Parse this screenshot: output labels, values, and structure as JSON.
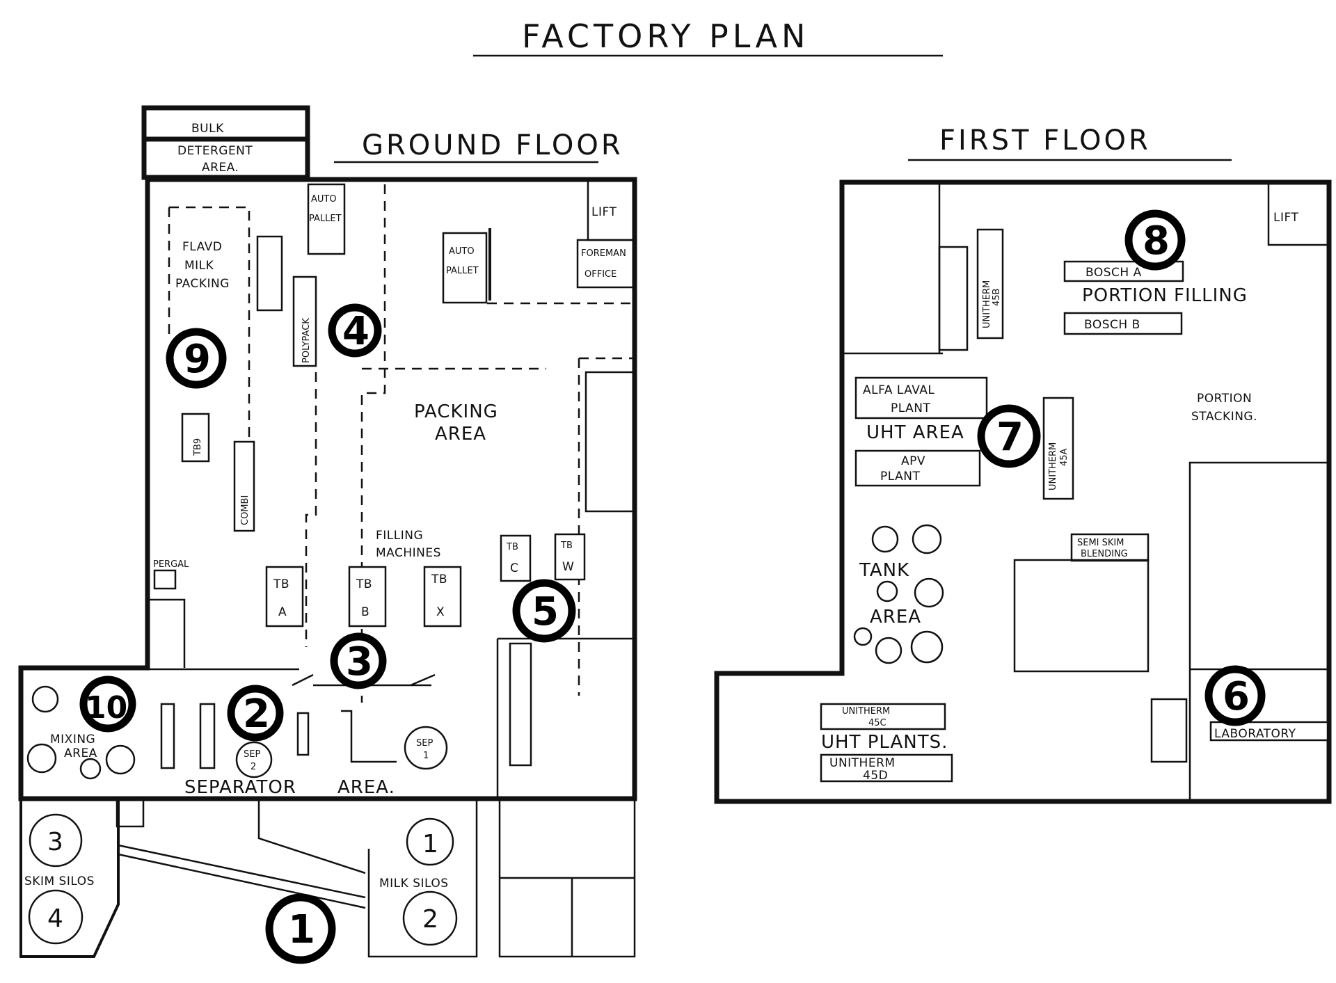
{
  "title": "FACTORY PLAN",
  "floors": {
    "ground": "GROUND FLOOR",
    "first": "FIRST FLOOR"
  },
  "ground_labels": {
    "bulk": "BULK",
    "detergent_1": "DETERGENT",
    "detergent_2": "AREA.",
    "auto_pallet_1a": "AUTO",
    "auto_pallet_1b": "PALLET",
    "lift": "LIFT",
    "auto_pallet_2a": "AUTO",
    "auto_pallet_2b": "PALLET",
    "foreman_1": "FOREMAN",
    "foreman_2": "OFFICE",
    "flavd_1": "FLAVD",
    "flavd_2": "MILK",
    "flavd_3": "PACKING",
    "polypack": "POLYPACK",
    "tb9": "TB9",
    "combi": "COMBI",
    "packing_1": "PACKING",
    "packing_2": "AREA",
    "filling_1": "FILLING",
    "filling_2": "MACHINES",
    "pergal": "PERGAL",
    "tb": "TB",
    "tb_a": "A",
    "tb_b": "B",
    "tb_x": "X",
    "tb_c": "C",
    "tb_w": "W",
    "mixing_1": "MIXING",
    "mixing_2": "AREA",
    "sep": "SEP",
    "sep_2": "2",
    "sep_1": "1",
    "separator": "SEPARATOR",
    "sep_area": "AREA.",
    "skim_silos": "SKIM SILOS",
    "milk_silos": "MILK SILOS",
    "silo_1": "1",
    "silo_2": "2",
    "silo_3": "3",
    "silo_4": "4"
  },
  "first_labels": {
    "lift": "LIFT",
    "bosch_a": "BOSCH A",
    "portion_filling": "PORTION FILLING",
    "bosch_b": "BOSCH B",
    "unitherm_45b_1": "UNITHERM",
    "unitherm_45b_2": "45B",
    "alfa_1": "ALFA LAVAL",
    "alfa_2": "PLANT",
    "uht_area": "UHT AREA",
    "apv_1": "APV",
    "apv_2": "PLANT",
    "unitherm_45a_1": "UNITHERM",
    "unitherm_45a_2": "45A",
    "portion_stacking_1": "PORTION",
    "portion_stacking_2": "STACKING.",
    "semi_skim_1": "SEMI SKIM",
    "semi_skim_2": "BLENDING",
    "tank_1": "TANK",
    "tank_2": "AREA",
    "unitherm_45c_1": "UNITHERM",
    "unitherm_45c_2": "45C",
    "uht_plants": "UHT PLANTS.",
    "unitherm_45d_1": "UNITHERM",
    "unitherm_45d_2": "45D",
    "laboratory": "LABORATORY"
  },
  "markers": {
    "m1": "1",
    "m2": "2",
    "m3": "3",
    "m4": "4",
    "m5": "5",
    "m6": "6",
    "m7": "7",
    "m8": "8",
    "m9": "9",
    "m10": "10"
  }
}
